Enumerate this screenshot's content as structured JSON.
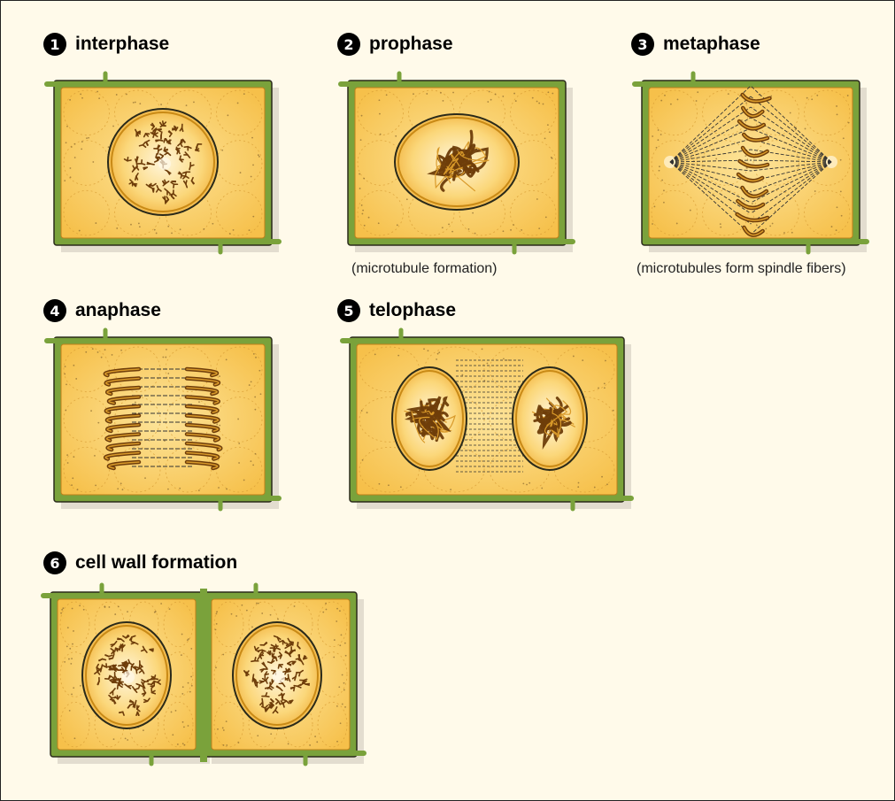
{
  "stages": [
    {
      "number": "1",
      "title": "interphase",
      "caption": ""
    },
    {
      "number": "2",
      "title": "prophase",
      "caption": "(microtubule formation)"
    },
    {
      "number": "3",
      "title": "metaphase",
      "caption": "(microtubules form spindle fibers)"
    },
    {
      "number": "4",
      "title": "anaphase",
      "caption": ""
    },
    {
      "number": "5",
      "title": "telophase",
      "caption": ""
    },
    {
      "number": "6",
      "title": "cell wall formation",
      "caption": ""
    }
  ],
  "colors": {
    "background": "#fffaea",
    "cell_wall": "#7aa23b",
    "cytoplasm": "#f6c04a",
    "cytoplasm_light": "#fde49a",
    "nucleus_rim": "#c98a16",
    "chromatin": "#6e3d0a",
    "outline": "#2a2a1a"
  },
  "icons": [
    "number-badge-icon"
  ]
}
